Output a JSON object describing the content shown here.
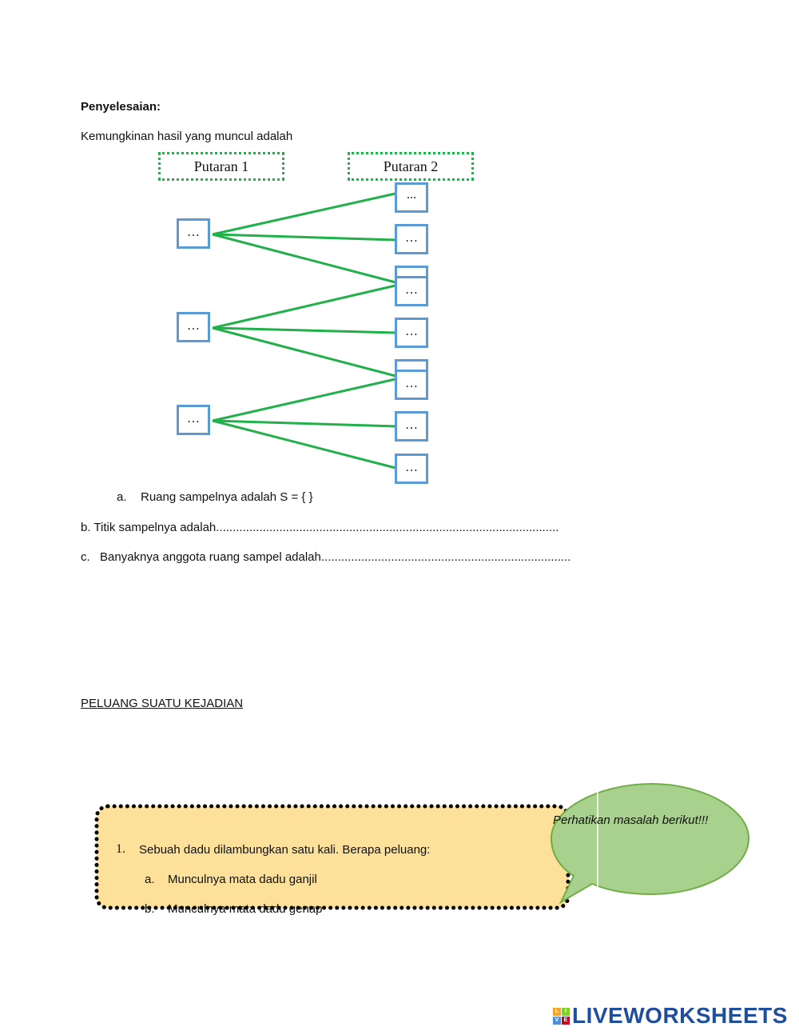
{
  "solution": {
    "heading": "Penyelesaian:",
    "intro": "Kemungkinan hasil yang muncul adalah"
  },
  "tree": {
    "header1": "Putaran 1",
    "header2": "Putaran 2",
    "placeholder": "…",
    "placeholder_small": "..."
  },
  "answers": {
    "a_marker": "a.",
    "a_text": "Ruang sampelnya adalah S = { }",
    "b_text": "b. Titik sampelnya adalah.......................................................................................................",
    "c_marker": "c.",
    "c_text": "Banyaknya anggota ruang sampel adalah..........................................................................."
  },
  "section": {
    "title": "PELUANG SUATU KEJADIAN"
  },
  "callout": {
    "bubble_text": "Perhatikan masalah berikut!!!",
    "q_number": "1.",
    "q_text": "Sebuah dadu dilambungkan satu kali. Berapa peluang:",
    "a_marker": "a.",
    "a_text": "Munculnya mata dadu ganjil",
    "b_marker": "b.",
    "b_text": "Munculnya mata dadu genap"
  },
  "logo": {
    "text": "LIVEWORKSHEETS",
    "letters": [
      "L",
      "I",
      "V",
      "E"
    ],
    "colors": [
      "#f5a623",
      "#7ed321",
      "#4a90e2",
      "#d0021b"
    ]
  }
}
